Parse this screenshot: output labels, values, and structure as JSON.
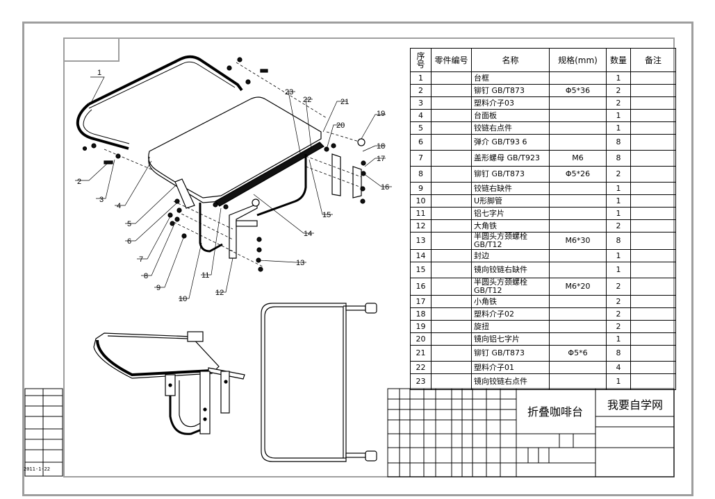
{
  "table": {
    "headers": [
      "序号",
      "零件编号",
      "名称",
      "规格(mm)",
      "数量",
      "备注"
    ],
    "rows": [
      {
        "no": "1",
        "part": "",
        "name": "台框",
        "spec": "",
        "qty": "1",
        "note": ""
      },
      {
        "no": "2",
        "part": "",
        "name": "铆钉 GB/T873",
        "spec": "Φ5*36",
        "qty": "2",
        "note": ""
      },
      {
        "no": "3",
        "part": "",
        "name": "塑料介子03",
        "spec": "",
        "qty": "2",
        "note": ""
      },
      {
        "no": "4",
        "part": "",
        "name": "台面板",
        "spec": "",
        "qty": "1",
        "note": ""
      },
      {
        "no": "5",
        "part": "",
        "name": "铰链右点件",
        "spec": "",
        "qty": "1",
        "note": ""
      },
      {
        "no": "6",
        "part": "",
        "name": "弹介 GB/T93   6",
        "spec": "",
        "qty": "8",
        "note": ""
      },
      {
        "no": "7",
        "part": "",
        "name": "盖形螺母 GB/T923",
        "spec": "M6",
        "qty": "8",
        "note": ""
      },
      {
        "no": "8",
        "part": "",
        "name": "铆钉 GB/T873",
        "spec": "Φ5*26",
        "qty": "2",
        "note": ""
      },
      {
        "no": "9",
        "part": "",
        "name": "铰链右缺件",
        "spec": "",
        "qty": "1",
        "note": ""
      },
      {
        "no": "10",
        "part": "",
        "name": "U形脚管",
        "spec": "",
        "qty": "1",
        "note": ""
      },
      {
        "no": "11",
        "part": "",
        "name": "铝七字片",
        "spec": "",
        "qty": "1",
        "note": ""
      },
      {
        "no": "12",
        "part": "",
        "name": "大角铁",
        "spec": "",
        "qty": "2",
        "note": ""
      },
      {
        "no": "13",
        "part": "",
        "name": "半圆头方颈螺栓 GB/T12",
        "spec": "M6*30",
        "qty": "8",
        "note": ""
      },
      {
        "no": "14",
        "part": "",
        "name": "封边",
        "spec": "",
        "qty": "1",
        "note": ""
      },
      {
        "no": "15",
        "part": "",
        "name": "镜向铰链右缺件",
        "spec": "",
        "qty": "1",
        "note": ""
      },
      {
        "no": "16",
        "part": "",
        "name": "半圆头方颈螺栓 GB/T12",
        "spec": "M6*20",
        "qty": "2",
        "note": ""
      },
      {
        "no": "17",
        "part": "",
        "name": "小角铁",
        "spec": "",
        "qty": "2",
        "note": ""
      },
      {
        "no": "18",
        "part": "",
        "name": "塑料介子02",
        "spec": "",
        "qty": "2",
        "note": ""
      },
      {
        "no": "19",
        "part": "",
        "name": "旋扭",
        "spec": "",
        "qty": "2",
        "note": ""
      },
      {
        "no": "20",
        "part": "",
        "name": "镜向铝七字片",
        "spec": "",
        "qty": "1",
        "note": ""
      },
      {
        "no": "21",
        "part": "",
        "name": "铆钉 GB/T873",
        "spec": "Φ5*6",
        "qty": "8",
        "note": ""
      },
      {
        "no": "22",
        "part": "",
        "name": "塑料介子01",
        "spec": "",
        "qty": "4",
        "note": ""
      },
      {
        "no": "23",
        "part": "",
        "name": "镜向铰链右点件",
        "spec": "",
        "qty": "1",
        "note": ""
      }
    ]
  },
  "title_block": {
    "drawing_name": "折叠咖啡台",
    "site": "我要自学网"
  },
  "date_stamp": "2011-1-22",
  "callouts": [
    "1",
    "2",
    "3",
    "4",
    "5",
    "6",
    "7",
    "8",
    "9",
    "10",
    "11",
    "12",
    "13",
    "14",
    "15",
    "16",
    "17",
    "18",
    "19",
    "20",
    "21",
    "22",
    "23"
  ]
}
